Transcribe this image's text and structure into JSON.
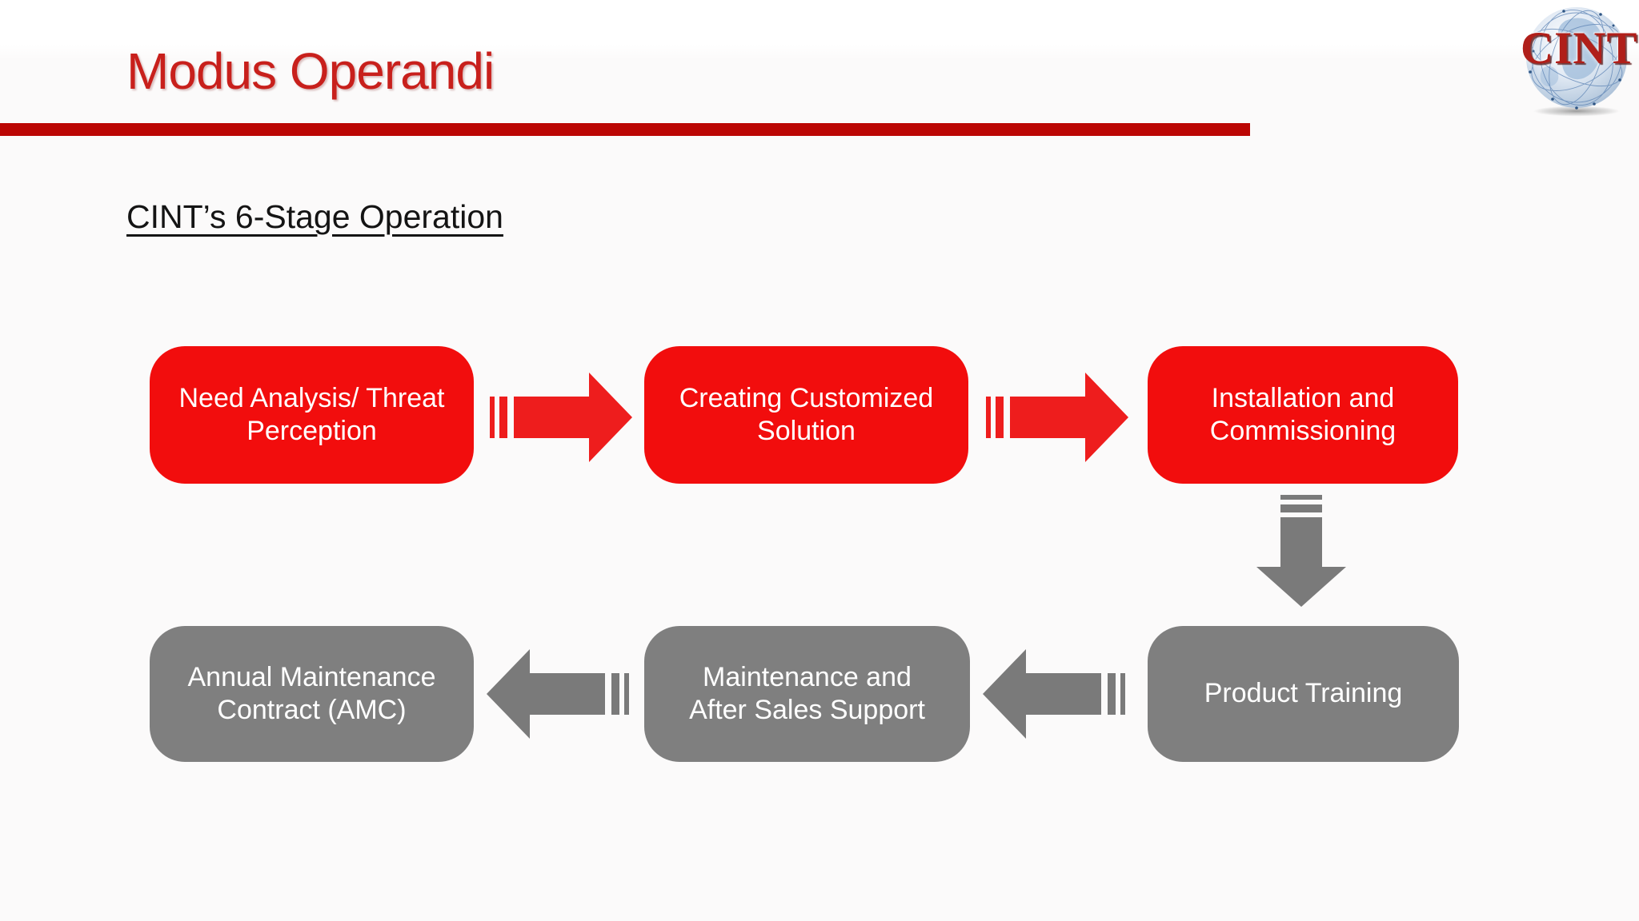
{
  "slide": {
    "title": "Modus Operandi",
    "subtitle": "CINT’s 6-Stage Operation",
    "logo_text": "CINT"
  },
  "colors": {
    "title_red": "#c8201c",
    "divider_red": "#bb0604",
    "box_red": "#f20d0d",
    "arrow_red": "#ee1d1d",
    "box_gray": "#7f7f7f",
    "arrow_gray": "#7a7a7a",
    "text_white": "#ffffff",
    "logo_red": "#b01f1a",
    "subtitle_black": "#141414",
    "bg": "#fbfafa"
  },
  "stages": [
    {
      "id": 1,
      "label": "Need Analysis/ Threat\nPerception",
      "color": "red"
    },
    {
      "id": 2,
      "label": "Creating Customized\nSolution",
      "color": "red"
    },
    {
      "id": 3,
      "label": "Installation and\nCommissioning",
      "color": "red"
    },
    {
      "id": 4,
      "label": "Product Training",
      "color": "gray"
    },
    {
      "id": 5,
      "label": "Maintenance and\nAfter Sales Support",
      "color": "gray"
    },
    {
      "id": 6,
      "label": "Annual Maintenance\nContract (AMC)",
      "color": "gray"
    }
  ]
}
